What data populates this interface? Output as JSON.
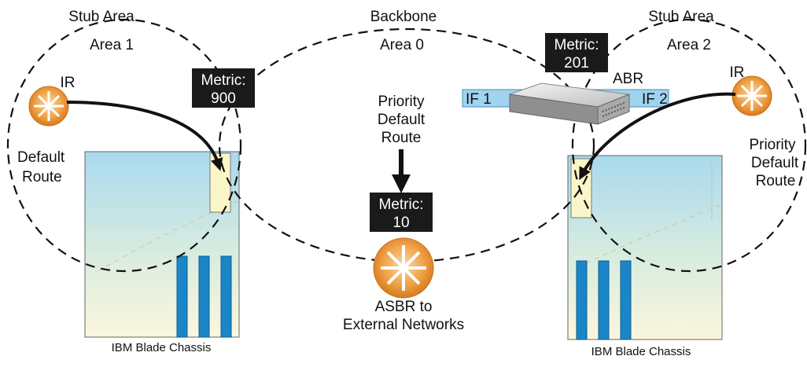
{
  "areas": {
    "stub1": {
      "title": "Stub Area",
      "name": "Area 1"
    },
    "backbone": {
      "title": "Backbone",
      "name": "Area 0"
    },
    "stub2": {
      "title": "Stub Area",
      "name": "Area 2"
    }
  },
  "metrics": {
    "m900": {
      "line1": "Metric:",
      "line2": "900"
    },
    "m201": {
      "line1": "Metric:",
      "line2": "201"
    },
    "m10": {
      "line1": "Metric:",
      "line2": "10"
    }
  },
  "routers": {
    "ir_left": "IR",
    "ir_right": "IR",
    "abr": "ABR",
    "asbr_line1": "ASBR to",
    "asbr_line2": "External Networks"
  },
  "interfaces": {
    "if1": "IF 1",
    "if2": "IF 2"
  },
  "routes": {
    "left": {
      "line1": "Default",
      "line2": "Route"
    },
    "center": {
      "line1": "Priority",
      "line2": "Default",
      "line3": "Route"
    },
    "right": {
      "line1": "Priority",
      "line2": "Default",
      "line3": "Route"
    }
  },
  "chassis": {
    "left": "IBM Blade Chassis",
    "right": "IBM Blade Chassis"
  },
  "colors": {
    "router_orange": "#e8932b",
    "interface_blue": "#9fd3ef",
    "blade_blue": "#1a86c8",
    "chassis_top": "#a9d9ee",
    "chassis_bottom": "#fbf6dd"
  }
}
